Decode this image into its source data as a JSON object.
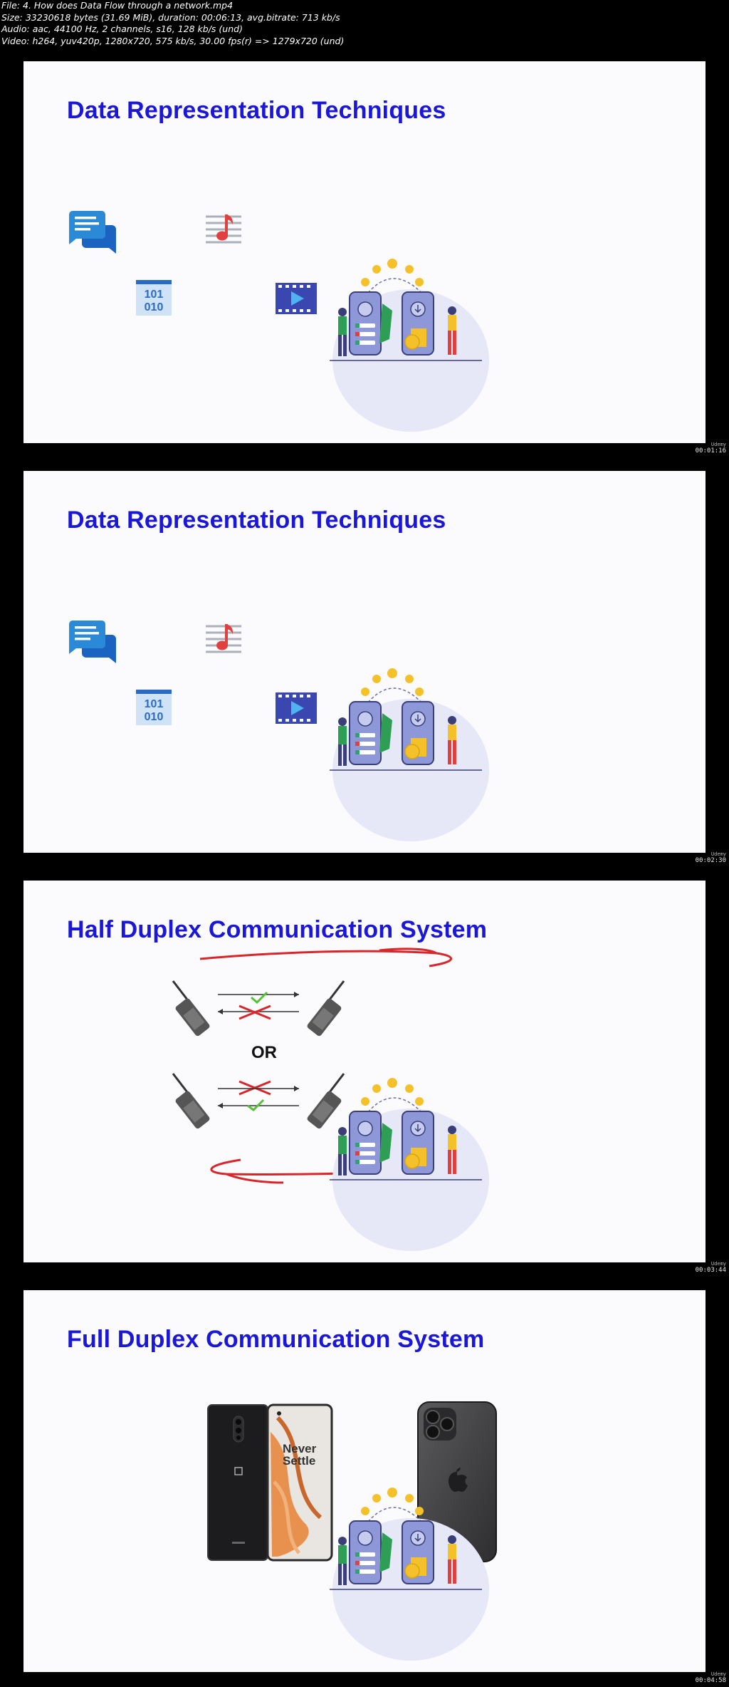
{
  "file_info": {
    "lines": [
      "File: 4. How does Data Flow through a network.mp4",
      "Size: 33230618 bytes (31.69 MiB), duration: 00:06:13, avg.bitrate: 713 kb/s",
      "Audio: aac, 44100 Hz, 2 channels, s16, 128 kb/s (und)",
      "Video: h264, yuv420p, 1280x720, 575 kb/s, 30.00 fps(r) => 1279x720 (und)"
    ]
  },
  "watermark": "Udemy",
  "slides": [
    {
      "title": "Data Representation Techniques",
      "timestamp": "00:01:16"
    },
    {
      "title": "Data Representation Techniques",
      "timestamp": "00:02:30"
    },
    {
      "title": "Half Duplex Communication System",
      "timestamp": "00:03:44",
      "or_label": "OR"
    },
    {
      "title": "Full Duplex Communication System",
      "timestamp": "00:04:58",
      "phone_text_1": "Never",
      "phone_text_2": "Settle"
    }
  ],
  "icons": {
    "text": "chat-bubbles-icon",
    "audio": "music-note-icon",
    "binary": "binary-data-icon",
    "video": "video-play-icon"
  },
  "binary_rows": [
    "101",
    "010"
  ],
  "colors": {
    "title": "#1a17d6",
    "chat_front": "#2a8ad8",
    "chat_back": "#1a63c0",
    "music_note": "#e0413f",
    "video": "#3a47b0",
    "red_stroke": "#d8262a",
    "green_check": "#55c23a"
  }
}
